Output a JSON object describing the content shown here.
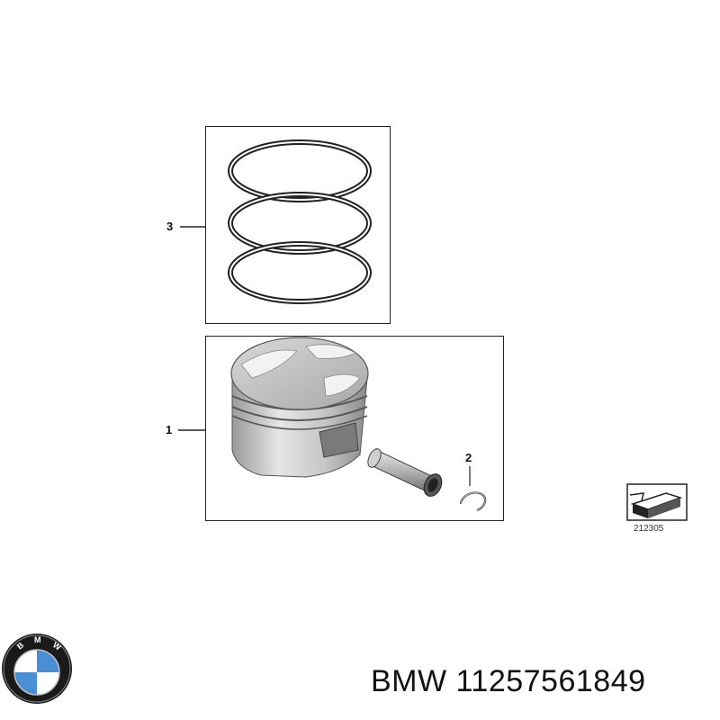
{
  "callouts": {
    "piston": "1",
    "circlip": "2",
    "ring_set": "3"
  },
  "diagram_code": "212305",
  "part_label": "BMW 11257561849",
  "brand_logo": {
    "name": "bmw-logo",
    "colors": {
      "outer": "#1a1a1a",
      "blue": "#4a8fd4",
      "white": "#ffffff"
    }
  }
}
